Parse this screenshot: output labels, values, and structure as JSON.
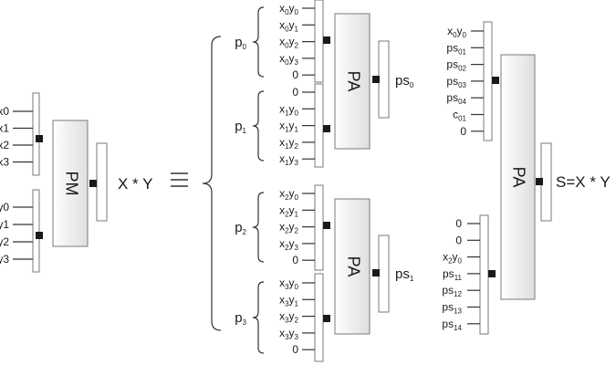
{
  "pm": {
    "block_label": "PM",
    "x_inputs": [
      [
        "x",
        "0"
      ],
      [
        "x",
        "1"
      ],
      [
        "x",
        "2"
      ],
      [
        "x",
        "3"
      ]
    ],
    "y_inputs": [
      [
        "y",
        "0"
      ],
      [
        "y",
        "1"
      ],
      [
        "y",
        "2"
      ],
      [
        "y",
        "3"
      ]
    ],
    "output_label": "X * Y"
  },
  "p_labels": [
    [
      "p",
      "0"
    ],
    [
      "p",
      "1"
    ],
    [
      "p",
      "2"
    ],
    [
      "p",
      "3"
    ]
  ],
  "pa_groups": [
    {
      "block_label": "PA",
      "output_label": [
        "ps",
        "0"
      ],
      "top_inputs": [
        [
          [
            "x",
            "0"
          ],
          [
            "y",
            "0"
          ]
        ],
        [
          [
            "x",
            "0"
          ],
          [
            "y",
            "1"
          ]
        ],
        [
          [
            "x",
            "0"
          ],
          [
            "y",
            "2"
          ]
        ],
        [
          [
            "x",
            "0"
          ],
          [
            "y",
            "3"
          ]
        ],
        [
          [
            "0",
            ""
          ]
        ]
      ],
      "bottom_inputs": [
        [
          [
            "0",
            ""
          ]
        ],
        [
          [
            "x",
            "1"
          ],
          [
            "y",
            "0"
          ]
        ],
        [
          [
            "x",
            "1"
          ],
          [
            "y",
            "1"
          ]
        ],
        [
          [
            "x",
            "1"
          ],
          [
            "y",
            "2"
          ]
        ],
        [
          [
            "x",
            "1"
          ],
          [
            "y",
            "3"
          ]
        ]
      ]
    },
    {
      "block_label": "PA",
      "output_label": [
        "ps",
        "1"
      ],
      "top_inputs": [
        [
          [
            "x",
            "2"
          ],
          [
            "y",
            "0"
          ]
        ],
        [
          [
            "x",
            "2"
          ],
          [
            "y",
            "1"
          ]
        ],
        [
          [
            "x",
            "2"
          ],
          [
            "y",
            "2"
          ]
        ],
        [
          [
            "x",
            "2"
          ],
          [
            "y",
            "3"
          ]
        ],
        [
          [
            "0",
            ""
          ]
        ]
      ],
      "bottom_inputs": [
        [
          [
            "x",
            "3"
          ],
          [
            "y",
            "0"
          ]
        ],
        [
          [
            "x",
            "3"
          ],
          [
            "y",
            "1"
          ]
        ],
        [
          [
            "x",
            "3"
          ],
          [
            "y",
            "2"
          ]
        ],
        [
          [
            "x",
            "3"
          ],
          [
            "y",
            "3"
          ]
        ],
        [
          [
            "0",
            ""
          ]
        ]
      ]
    }
  ],
  "final": {
    "block_label": "PA",
    "output_label": "S=X * Y",
    "top_inputs": [
      [
        [
          "x",
          "0"
        ],
        [
          "y",
          "0"
        ]
      ],
      [
        [
          "ps",
          "01"
        ]
      ],
      [
        [
          "ps",
          "02"
        ]
      ],
      [
        [
          "ps",
          "03"
        ]
      ],
      [
        [
          "ps",
          "04"
        ]
      ],
      [
        [
          "c",
          "01"
        ]
      ],
      [
        [
          "0",
          ""
        ]
      ]
    ],
    "bottom_inputs": [
      [
        [
          "0",
          ""
        ]
      ],
      [
        [
          "0",
          ""
        ]
      ],
      [
        [
          "x",
          "2"
        ],
        [
          "y",
          "0"
        ]
      ],
      [
        [
          "ps",
          "11"
        ]
      ],
      [
        [
          "ps",
          "12"
        ]
      ],
      [
        [
          "ps",
          "13"
        ]
      ],
      [
        [
          "ps",
          "14"
        ]
      ]
    ]
  }
}
